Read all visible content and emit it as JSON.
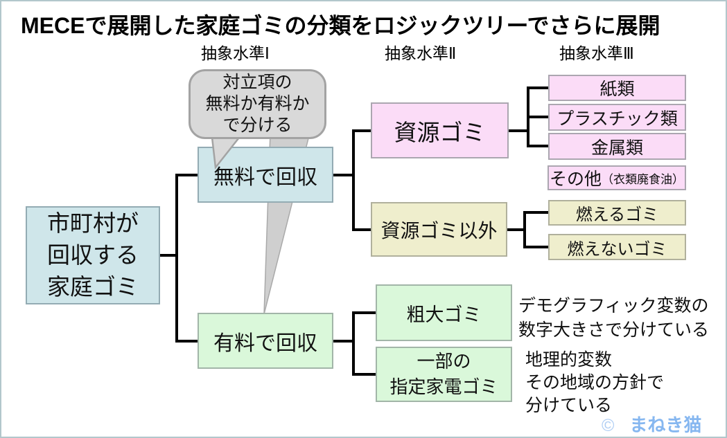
{
  "title": "MECEで展開した家庭ゴミの分類をロジックツリーでさらに展開",
  "column_headers": [
    "抽象水準Ⅰ",
    "抽象水準Ⅱ",
    "抽象水準Ⅲ"
  ],
  "callout": {
    "line1": "対立項の",
    "line2": "無料か有料か",
    "line3": "で分ける"
  },
  "tree": {
    "root": {
      "line1": "市町村が",
      "line2": "回収する",
      "line3": "家庭ゴミ"
    },
    "level1": {
      "free": "無料で回収",
      "paid": "有料で回収"
    },
    "level2": {
      "recyclable": "資源ゴミ",
      "non_recyclable": "資源ゴミ以外",
      "bulky": "粗大ゴミ",
      "appliance_line1": "一部の",
      "appliance_line2": "指定家電ゴミ"
    },
    "level3": {
      "paper": "紙類",
      "plastic": "プラスチック類",
      "metal": "金属類",
      "other_main": "その他",
      "other_note": "（衣類廃食油）",
      "burnable": "燃えるゴミ",
      "non_burnable": "燃えないゴミ"
    }
  },
  "annotations": {
    "demographic_line1": "デモグラフィック変数の",
    "demographic_line2": "数字大きさで分けている",
    "geographic_line1": "地理的変数",
    "geographic_line2": "その地域の方針で",
    "geographic_line3": "分けている"
  },
  "credit": {
    "symbol": "©",
    "name": "まねき猫"
  },
  "colors": {
    "box_blue": "#cfe6ea",
    "box_green": "#daf8da",
    "box_pink": "#fbdcf7",
    "box_beige": "#efeecd",
    "bubble_gray": "#d9d9d9",
    "line_black": "#000000",
    "credit_blue": "#86b7f0",
    "page_border": "#b2c7cc"
  }
}
